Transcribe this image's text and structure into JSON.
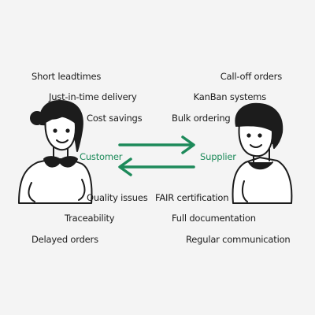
{
  "colors": {
    "background": "#f4f4f4",
    "accent": "#1d8a5a",
    "ink": "#1c1c1c"
  },
  "customer": {
    "role_label": "Customer",
    "needs": [
      "Short leadtimes",
      "Just-in-time delivery",
      "Cost savings"
    ],
    "issues": [
      "Quality issues",
      "Traceability",
      "Delayed orders"
    ]
  },
  "supplier": {
    "role_label": "Supplier",
    "needs": [
      "Call-off orders",
      "KanBan systems",
      "Bulk ordering"
    ],
    "issues": [
      "FAIR certification",
      "Full documentation",
      "Regular communication"
    ]
  },
  "icons": {
    "customer": "woman-avatar-icon",
    "supplier": "man-avatar-icon",
    "to_supplier": "arrow-right-icon",
    "to_customer": "arrow-left-icon"
  }
}
